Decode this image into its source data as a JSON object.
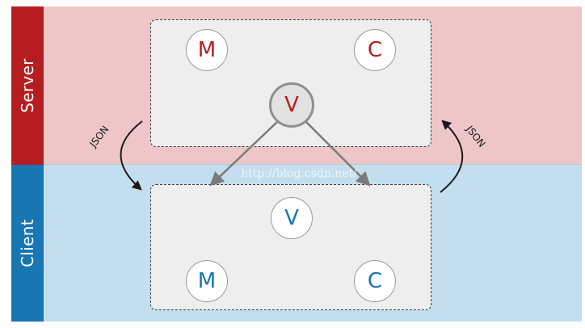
{
  "server": {
    "label": "Server",
    "color": "#b51d21",
    "background": "#eec6c7",
    "nodes": {
      "model": "M",
      "controller": "C",
      "view": "V"
    }
  },
  "client": {
    "label": "Client",
    "color": "#1876b3",
    "background": "#c3dfef",
    "nodes": {
      "view": "V",
      "model": "M",
      "controller": "C"
    }
  },
  "transfer": {
    "left_label": "JSON",
    "right_label": "JSON"
  },
  "watermark": "http://blog.csdn.net/"
}
